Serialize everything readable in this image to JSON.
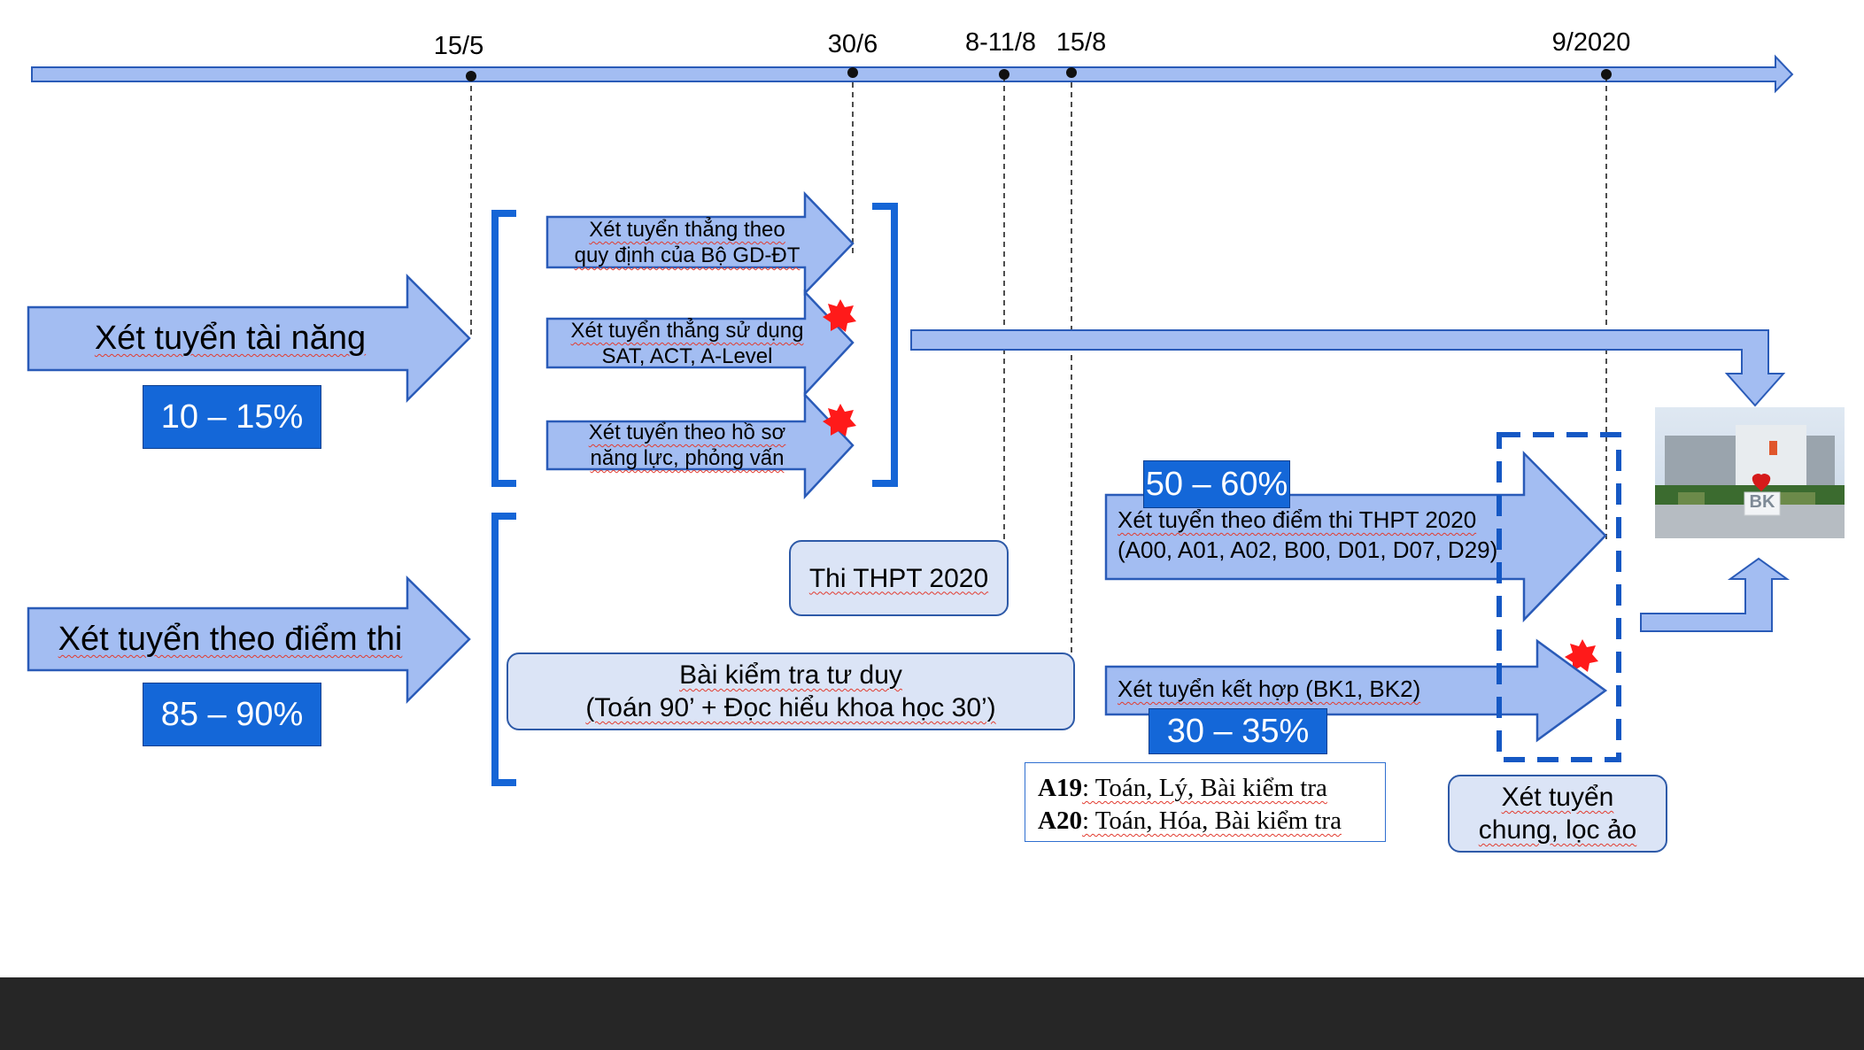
{
  "timeline": {
    "dates": [
      "15/5",
      "30/6",
      "8-11/8",
      "15/8",
      "9/2020"
    ]
  },
  "groups": {
    "talent": {
      "title": "Xét tuyển tài năng",
      "share": "10 – 15%"
    },
    "exam": {
      "title": "Xét tuyển theo điểm thi",
      "share": "85 – 90%"
    }
  },
  "talent_methods": [
    {
      "line1": "Xét tuyển thẳng theo",
      "line2": "quy định của Bộ GD-ĐT"
    },
    {
      "line1": "Xét tuyển thẳng sử dụng",
      "line2": "SAT, ACT, A-Level"
    },
    {
      "line1": "Xét tuyển theo hồ sơ",
      "line2": "năng lực, phỏng vấn"
    }
  ],
  "exam_events": {
    "thpt_exam": "Thi THPT 2020",
    "thinking_test": {
      "line1": "Bài kiểm tra tư duy",
      "line2": "(Toán 90’ + Đọc hiểu khoa học 30’)"
    }
  },
  "admission_thpt": {
    "share": "50 – 60%",
    "line1": "Xét tuyển theo điểm thi THPT 2020",
    "line2": "(A00, A01, A02, B00, D01, D07, D29)"
  },
  "admission_combined": {
    "share": "30 – 35%",
    "line1": "Xét tuyển kết hợp (BK1, BK2)"
  },
  "subject_groups": [
    {
      "code": "A19",
      "subjects": ": Toán, Lý, Bài kiểm tra"
    },
    {
      "code": "A20",
      "subjects": ": Toán, Hóa, Bài kiểm tra"
    }
  ],
  "final_step": {
    "line1": "Xét tuyển",
    "line2": "chung, lọc ảo"
  },
  "colors": {
    "arrow_fill": "#a3bdf2",
    "arrow_stroke": "#2a5bb8",
    "share_box": "#1467d8",
    "bracket": "#1565d6",
    "star": "#ff1a1a"
  },
  "image": {
    "icon": "campus-photo-icon",
    "sign_text": "BK"
  }
}
